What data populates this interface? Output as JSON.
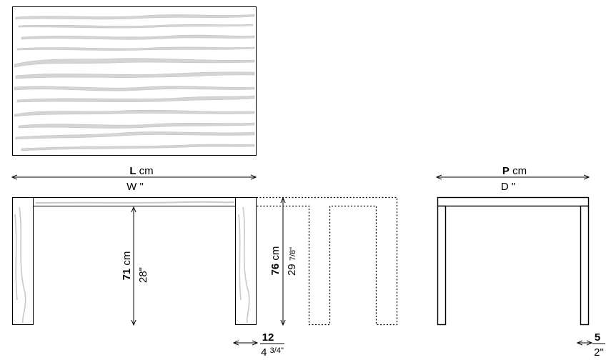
{
  "dimensions": {
    "length": {
      "symbol": "L",
      "unit": "cm",
      "imperial": "W \""
    },
    "depth": {
      "symbol": "P",
      "unit": "cm",
      "imperial": "D \""
    },
    "inner_height": {
      "value": "71",
      "unit": "cm",
      "imperial": "28\""
    },
    "total_height": {
      "value": "76",
      "unit": "cm",
      "imperial_whole": "29",
      "imperial_fraction": "7/8\""
    },
    "leg_width": {
      "value": "12",
      "imperial_whole": "4",
      "imperial_fraction": "3/4\""
    },
    "side_leg_width": {
      "value": "5",
      "imperial": "2\""
    }
  },
  "colors": {
    "line": "#000000",
    "wood_grain": "#c8c8c8",
    "background": "#ffffff"
  }
}
